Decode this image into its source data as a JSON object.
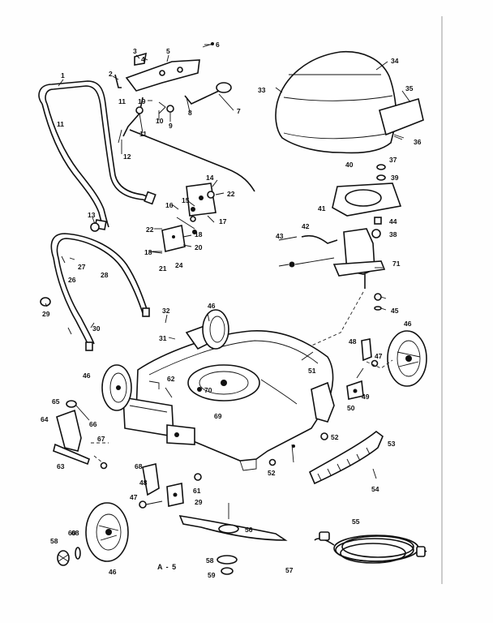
{
  "caption": "A - 5",
  "part_labels": {
    "p1": "1",
    "p2": "2",
    "p3": "3",
    "p4": "4",
    "p5": "5",
    "p6": "6",
    "p7": "7",
    "p8": "8",
    "p9": "9",
    "p10": "10",
    "p11a": "11",
    "p11b": "11",
    "p11c": "11",
    "p12": "12",
    "p13": "13",
    "p14": "14",
    "p15": "15",
    "p16": "16",
    "p17": "17",
    "p18a": "18",
    "p18b": "18",
    "p19": "19",
    "p20": "20",
    "p21": "21",
    "p22a": "22",
    "p22b": "22",
    "p24": "24",
    "p26": "26",
    "p27": "27",
    "p28": "28",
    "p29": "29",
    "p29b": "29",
    "p30": "30",
    "p31": "31",
    "p32": "32",
    "p33": "33",
    "p34": "34",
    "p35": "35",
    "p36": "36",
    "p37": "37",
    "p38": "38",
    "p39": "39",
    "p40": "40",
    "p41": "41",
    "p42": "42",
    "p43": "43",
    "p44": "44",
    "p45": "45",
    "p46a": "46",
    "p46b": "46",
    "p46c": "46",
    "p46d": "46",
    "p47a": "47",
    "p47b": "47",
    "p48a": "48",
    "p48b": "48",
    "p49": "49",
    "p50": "50",
    "p51": "51",
    "p52a": "52",
    "p52b": "52",
    "p53": "53",
    "p54": "54",
    "p55": "55",
    "p56": "56",
    "p57": "57",
    "p58a": "58",
    "p58b": "58",
    "p59": "59",
    "p60": "60",
    "p61": "61",
    "p62": "62",
    "p63": "63",
    "p64": "64",
    "p65": "65",
    "p66": "66",
    "p67": "67",
    "p68a": "68",
    "p68b": "68",
    "p69": "69",
    "p70": "70",
    "p71": "71"
  }
}
